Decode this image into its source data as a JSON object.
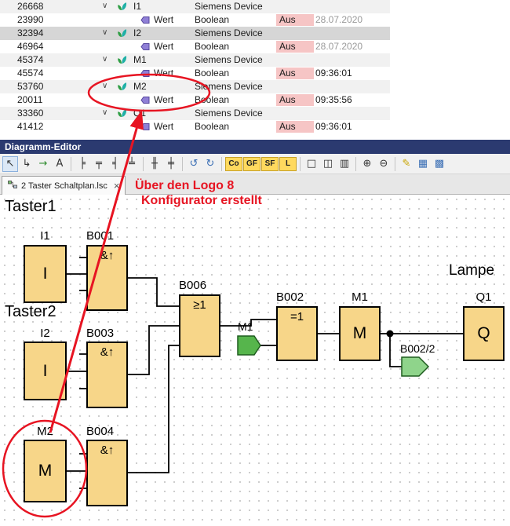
{
  "colors": {
    "annotation_red": "#e71422",
    "block_fill": "#f7d689",
    "block_border": "#000000",
    "status_pink": "#f6c5c5",
    "titlebar_navy": "#2b3a70",
    "selected_row_gray": "#d6d6d6",
    "catalog_yellow": "#ffd95e",
    "connector_green_dark": "#56b54c",
    "connector_green_light": "#8fd48b"
  },
  "table": {
    "expand_glyph": "∨",
    "rows": [
      {
        "id": "26668",
        "name": "I1",
        "type": "Siemens Device",
        "level": 1
      },
      {
        "id": "23990",
        "name": "Wert",
        "type": "Boolean",
        "status": "Aus",
        "time": "28.07.2020",
        "level": 2
      },
      {
        "id": "32394",
        "name": "I2",
        "type": "Siemens Device",
        "level": 1,
        "selected": true
      },
      {
        "id": "46964",
        "name": "Wert",
        "type": "Boolean",
        "status": "Aus",
        "time": "28.07.2020",
        "level": 2
      },
      {
        "id": "45374",
        "name": "M1",
        "type": "Siemens Device",
        "level": 1
      },
      {
        "id": "45574",
        "name": "Wert",
        "type": "Boolean",
        "status": "Aus",
        "time": "09:36:01",
        "level": 2
      },
      {
        "id": "53760",
        "name": "M2",
        "type": "Siemens Device",
        "level": 1
      },
      {
        "id": "20011",
        "name": "Wert",
        "type": "Boolean",
        "status": "Aus",
        "time": "09:35:56",
        "level": 2
      },
      {
        "id": "33360",
        "name": "Q1",
        "type": "Siemens Device",
        "level": 1
      },
      {
        "id": "41412",
        "name": "Wert",
        "type": "Boolean",
        "status": "Aus",
        "time": "09:36:01",
        "level": 2
      }
    ]
  },
  "editor": {
    "title": "Diagramm-Editor",
    "tab": {
      "label": "2 Taster Schaltplan.lsc",
      "close_glyph": "×"
    }
  },
  "toolbar": {
    "items": [
      {
        "name": "select-tool",
        "glyph": "↖",
        "active": true
      },
      {
        "name": "connect-tool",
        "glyph": "↳"
      },
      {
        "name": "connector-arrow-tool",
        "glyph": "→",
        "color": "#2e8b2e"
      },
      {
        "name": "text-tool",
        "glyph": "A"
      },
      {
        "type": "separator"
      },
      {
        "name": "align-left-tool",
        "glyph": "╞"
      },
      {
        "name": "align-top-tool",
        "glyph": "╤"
      },
      {
        "name": "align-right-tool",
        "glyph": "╡"
      },
      {
        "name": "align-bottom-tool",
        "glyph": "╧"
      },
      {
        "type": "separator"
      },
      {
        "name": "distribute-horizontal-tool",
        "glyph": "╫"
      },
      {
        "name": "distribute-vertical-tool",
        "glyph": "╪"
      },
      {
        "type": "separator"
      },
      {
        "name": "undo-button",
        "glyph": "↺",
        "color": "#3b6fb5"
      },
      {
        "name": "redo-button",
        "glyph": "↻",
        "color": "#3b6fb5"
      },
      {
        "type": "separator"
      },
      {
        "name": "constants-catalog-button",
        "glyph": "Co",
        "style": "yellow"
      },
      {
        "name": "basic-functions-catalog-button",
        "glyph": "GF",
        "style": "yellow"
      },
      {
        "name": "special-functions-catalog-button",
        "glyph": "SF",
        "style": "yellow"
      },
      {
        "name": "logic-catalog-button",
        "glyph": "L",
        "style": "yellow"
      },
      {
        "type": "separator"
      },
      {
        "name": "window-single-button",
        "glyph": "□"
      },
      {
        "name": "window-split-2-button",
        "glyph": "◫"
      },
      {
        "name": "window-split-3-button",
        "glyph": "▥"
      },
      {
        "type": "separator"
      },
      {
        "name": "zoom-in-button",
        "glyph": "⊕"
      },
      {
        "name": "zoom-out-button",
        "glyph": "⊖"
      },
      {
        "type": "separator"
      },
      {
        "name": "pen-tool",
        "glyph": "✎",
        "color": "#c8a400"
      },
      {
        "name": "grid-tool",
        "glyph": "▦",
        "color": "#3b6fb5"
      },
      {
        "name": "snap-grid-tool",
        "glyph": "▩",
        "color": "#3b6fb5"
      }
    ]
  },
  "annotation": {
    "line1": "Über den Logo 8",
    "line2": "Konfigurator erstellt"
  },
  "diagram": {
    "texts": {
      "taster1": "Taster1",
      "taster2": "Taster2",
      "lampe": "Lampe",
      "flag_m1": "M1",
      "ref_b002": "B002/2"
    },
    "blocks": {
      "i1": {
        "label": "I1",
        "symbol": "I"
      },
      "b001": {
        "label": "B001",
        "symbol": "&↑"
      },
      "i2": {
        "label": "I2",
        "symbol": "I"
      },
      "b003": {
        "label": "B003",
        "symbol": "&↑"
      },
      "m2": {
        "label": "M2",
        "symbol": "M"
      },
      "b004": {
        "label": "B004",
        "symbol": "&↑"
      },
      "b006": {
        "label": "B006",
        "symbol": "≥1"
      },
      "b002": {
        "label": "B002",
        "symbol": "=1"
      },
      "m1": {
        "label": "M1",
        "symbol": "M"
      },
      "q1": {
        "label": "Q1",
        "symbol": "Q"
      }
    }
  }
}
